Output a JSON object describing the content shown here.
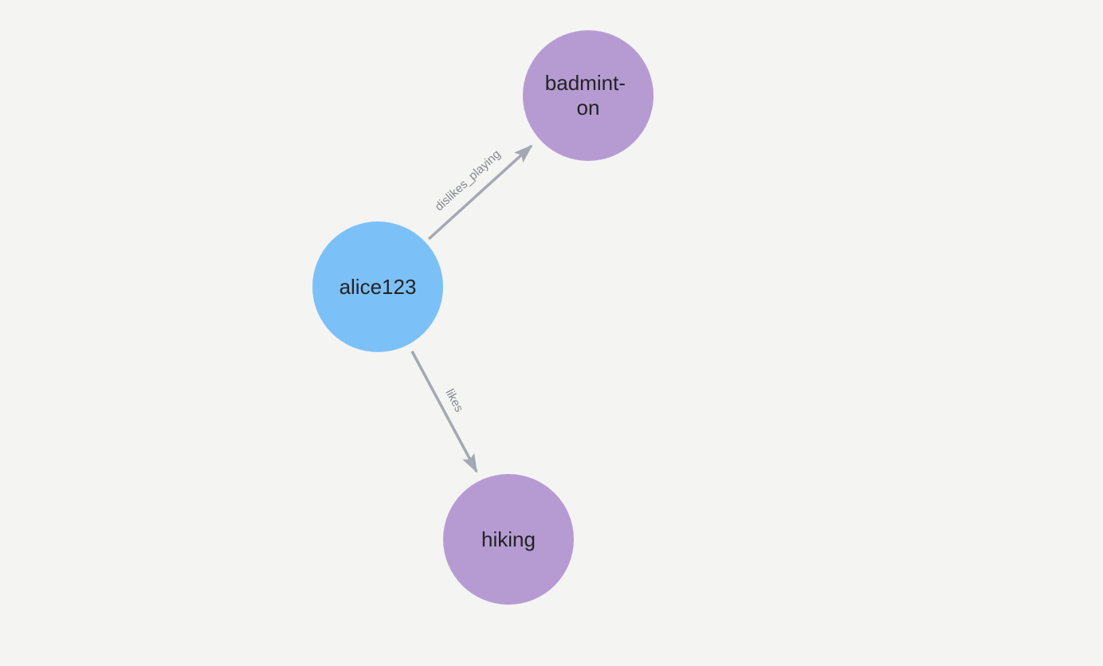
{
  "app": {
    "background": "#f4f4f3"
  },
  "graph": {
    "edge_color": "#a5a8b1",
    "edge_label_color": "#84878c",
    "node_label_color": "#232323",
    "nodes": [
      {
        "id": "alice123",
        "label": "alice123",
        "color": "#7cc0f8"
      },
      {
        "id": "badminton",
        "label": "badminton",
        "label_line1": "badmint-",
        "label_line2": "on",
        "color": "#b69bd3"
      },
      {
        "id": "hiking",
        "label": "hiking",
        "color": "#b69bd3"
      }
    ],
    "edges": [
      {
        "from": "alice123",
        "to": "badminton",
        "label": "dislikes_playing"
      },
      {
        "from": "alice123",
        "to": "hiking",
        "label": "likes"
      }
    ]
  }
}
